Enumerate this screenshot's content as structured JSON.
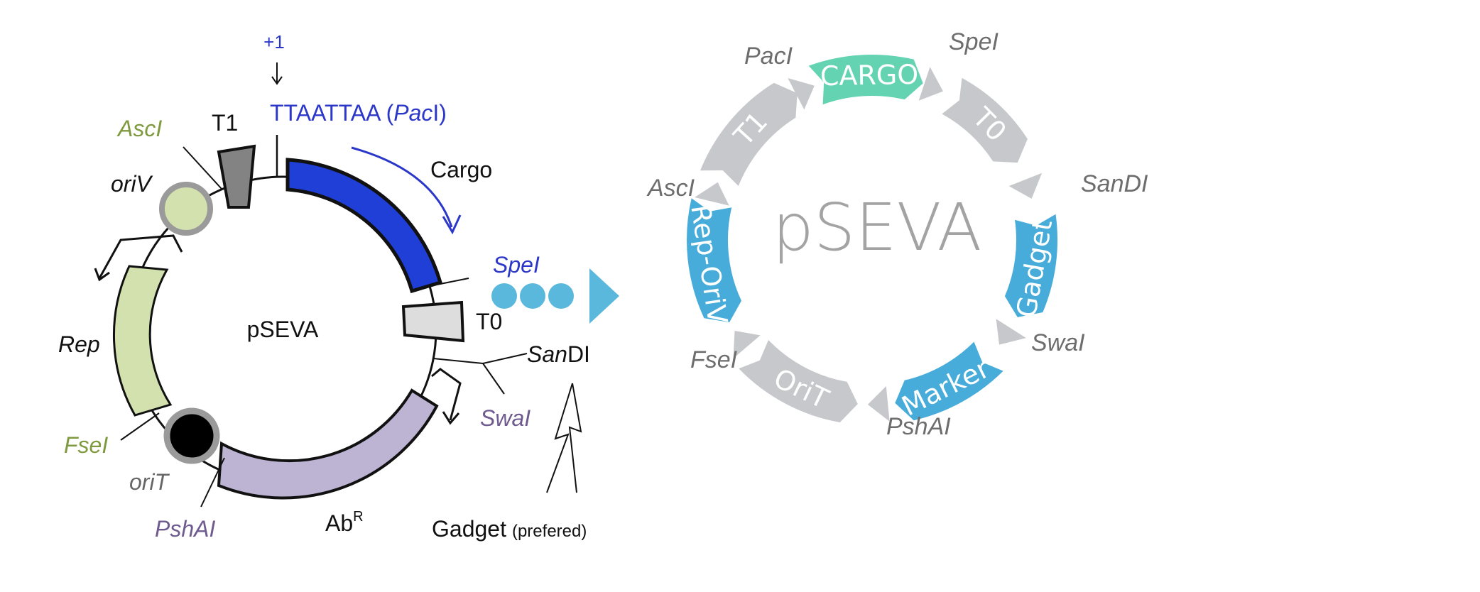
{
  "left_map": {
    "center_label": "pSEVA",
    "plus_one": "+1",
    "pac_seq": "TTAATTAA (",
    "pac_site": "Pac",
    "pac_close": "I)",
    "cargo": "Cargo",
    "t1": "T1",
    "t0": "T0",
    "asci": "AscI",
    "oriv": "oriV",
    "rep": "Rep",
    "fsei": "FseI",
    "orit": "oriT",
    "pshai": "PshAI",
    "abr_main": "Ab",
    "abr_sup": "R",
    "spei": "SpeI",
    "sandi_a": "San",
    "sandi_b": "DI",
    "swai": "SwaI",
    "gadget": "Gadget",
    "gadget_note": "(prefered)"
  },
  "right_map": {
    "center_label": "pSEVA",
    "cargo": "CARGO",
    "t1": "T1",
    "t0": "T0",
    "gadget": "Gadget",
    "marker": "Marker",
    "orit": "OriT",
    "rep_oriv": "Rep-OriV",
    "paci": "PacI",
    "spei": "SpeI",
    "sandi": "SanDI",
    "swai": "SwaI",
    "pshai": "PshAI",
    "fsei": "FseI",
    "asci": "AscI"
  },
  "colors": {
    "cargo_left": "#1f3fd6",
    "pink": "#bdb4d4",
    "green": "#d2e1ae",
    "olive": "#7f9a3e",
    "purple": "#6e5a8e",
    "blue_text": "#2b37c9",
    "teal": "#63d3b2",
    "sky": "#47acd9",
    "grey": "#c6c8cb",
    "dots": "#5bb8dd"
  }
}
